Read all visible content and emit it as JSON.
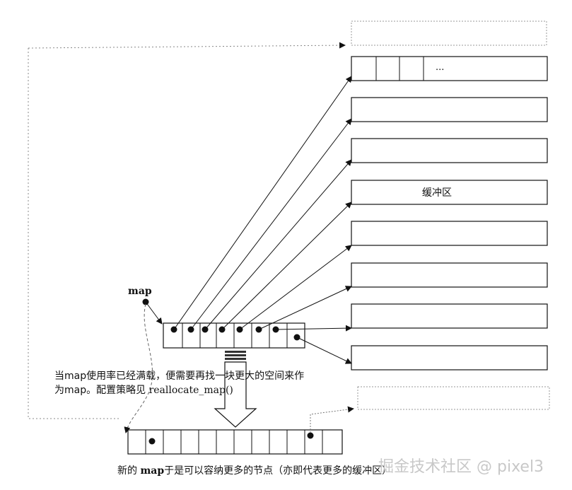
{
  "labels": {
    "map": "map",
    "buffer": "缓冲区",
    "ellipsis": "...",
    "note_line1": "当map使用率已经满载，便需要再找一块更大的空间来作",
    "note_line2_prefix": "为map。配置策略见 ",
    "note_line2_code": "reallocate_map()",
    "caption_prefix": "新的 ",
    "caption_map": "map",
    "caption_rest": "于是可以容纳更多的节点（亦即代表更多的缓冲区）",
    "watermark": "掘金技术社区 @ pixel3"
  }
}
